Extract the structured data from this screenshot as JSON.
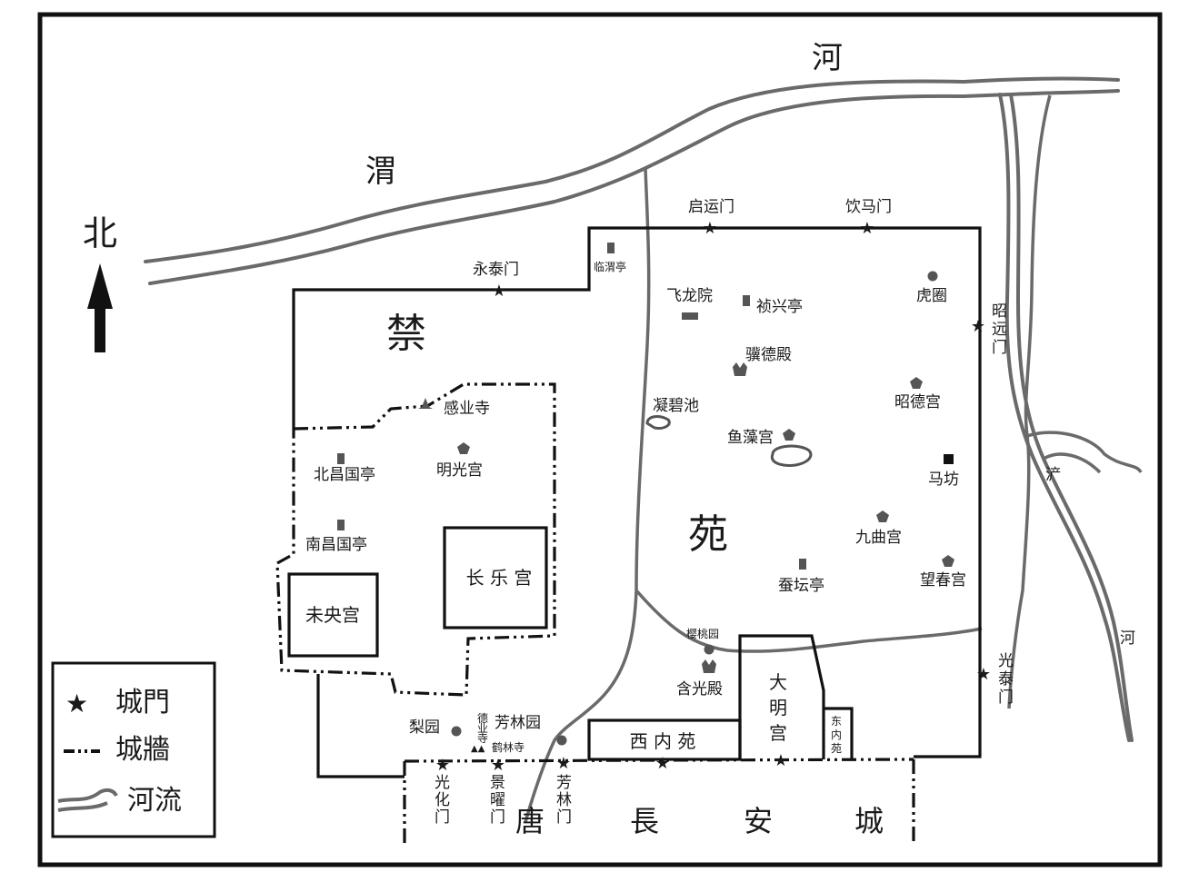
{
  "map": {
    "north_label": "北",
    "rivers": {
      "wei_1": "渭",
      "wei_2": "河",
      "chan_1": "浐",
      "chan_2": "河"
    },
    "park_name": [
      "禁",
      "苑"
    ],
    "city_name": [
      "唐",
      "長",
      "安",
      "城"
    ],
    "palaces": {
      "weiyang": "未央宫",
      "changle": "长 乐 宫",
      "daming": [
        "大",
        "明",
        "宫"
      ],
      "xineiyuan": "西 内 苑",
      "dongneiyuan": [
        "东",
        "内",
        "苑"
      ]
    },
    "places": {
      "lingweiting": "临渭亭",
      "feilongyuan": "飞龙院",
      "zhenxingting": "祯兴亭",
      "huquan": "虎圈",
      "jidedian": "骥德殿",
      "ganyesi": "感业寺",
      "ningbichi": "凝碧池",
      "zhaodegong": "昭德宫",
      "yuzaogong": "鱼藻宫",
      "mingguanggong": "明光宫",
      "beichangguoting": "北昌国亭",
      "mafang": "马坊",
      "nanchangguoting": "南昌国亭",
      "jiuqugong": "九曲宫",
      "cantanting": "蚕坛亭",
      "wangchungong": "望春宫",
      "yingtaoyuan": "樱桃园",
      "hanguangdian": "含光殿",
      "liyuan": "梨园",
      "fanglinyuan": "芳林园",
      "deyesi": [
        "德",
        "业",
        "寺"
      ],
      "helinsi": "鹤林寺"
    },
    "gates": {
      "qiyunmen": "启运门",
      "yinmamen": "饮马门",
      "yongtaimen": "永泰门",
      "zhaoyuanmen": [
        "昭",
        "远",
        "门"
      ],
      "guangtaimen": [
        "光",
        "泰",
        "门"
      ],
      "guanghuamen": [
        "光",
        "化",
        "门"
      ],
      "jingyaomen": [
        "景",
        "曜",
        "门"
      ],
      "fanglinmen": [
        "芳",
        "林",
        "门"
      ]
    }
  },
  "legend": {
    "gate_label": "城門",
    "wall_label": "城牆",
    "river_label": "河流"
  },
  "colors": {
    "river": "#6a6a6a",
    "wall": "#111111",
    "marker": "#555555"
  }
}
